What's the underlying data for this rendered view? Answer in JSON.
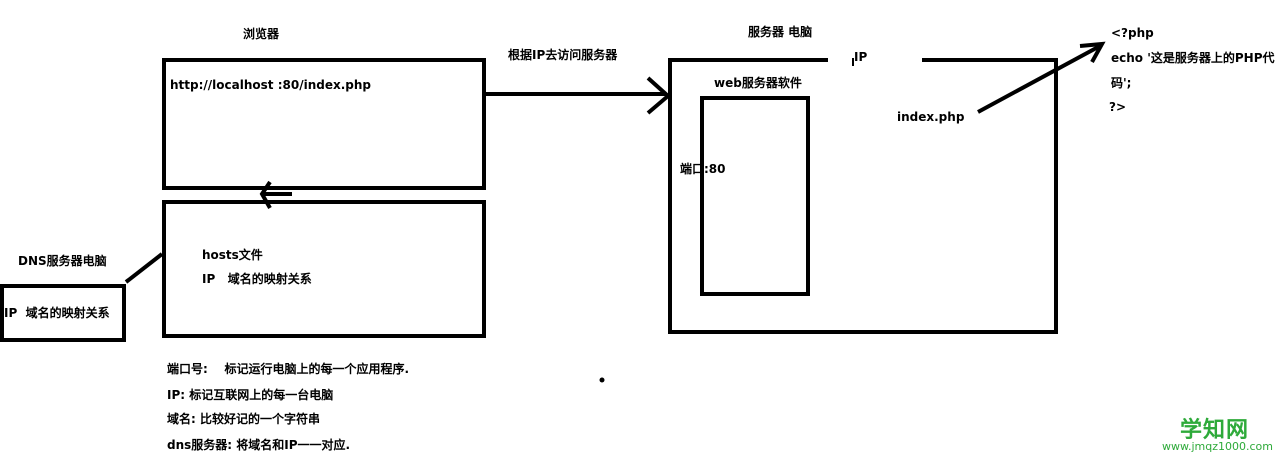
{
  "browser": {
    "title": "浏览器",
    "url": "http://localhost :80/index.php"
  },
  "hosts": {
    "title": "hosts文件",
    "mapping": "IP   域名的映射关系"
  },
  "dns": {
    "title": "DNS服务器电脑",
    "mapping": "IP  域名的映射关系"
  },
  "request": {
    "label": "根据IP去访问服务器"
  },
  "server": {
    "title": "服务器 电脑",
    "ip_label": "IP",
    "software_label": "web服务器软件",
    "port_label": "端口:80",
    "file_label": "index.php"
  },
  "code": {
    "line1": "<?php",
    "line2": "echo '这是服务器上的PHP代",
    "line3": "码';",
    "line4": "?>"
  },
  "notes": {
    "port": "端口号:    标记运行电脑上的每一个应用程序.",
    "ip": "IP: 标记互联网上的每一台电脑",
    "domain": "域名: 比较好记的一个字符串",
    "dns": "dns服务器: 将域名和IP一一对应."
  },
  "watermark": {
    "main": "学知网",
    "sub": "www.jmqz1000.com"
  }
}
